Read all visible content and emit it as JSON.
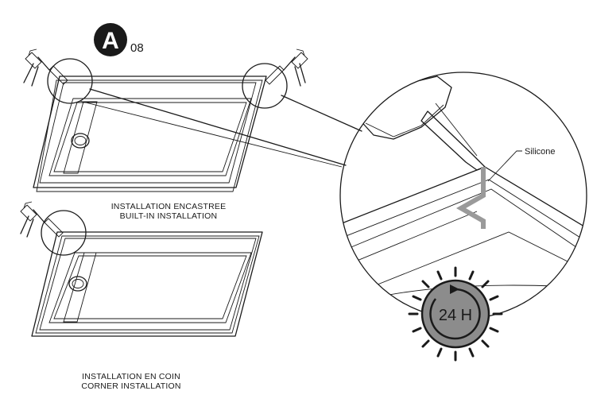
{
  "step": {
    "letter": "A",
    "number": "08"
  },
  "callout_label": "Silicone",
  "timer_label": "24 H",
  "captions": {
    "built_in_fr": "INSTALLATION ENCASTREE",
    "built_in_en": "BUILT-IN INSTALLATION",
    "corner_fr": "INSTALLATION EN COIN",
    "corner_en": "CORNER INSTALLATION"
  },
  "colors": {
    "ink": "#1a1a1a",
    "silicone": "#9a9a9a",
    "badge": "#1a1a1a",
    "timer_fill": "#8c8c8c"
  },
  "icons": [
    "silicone-gun-icon",
    "sun-timer-icon"
  ]
}
